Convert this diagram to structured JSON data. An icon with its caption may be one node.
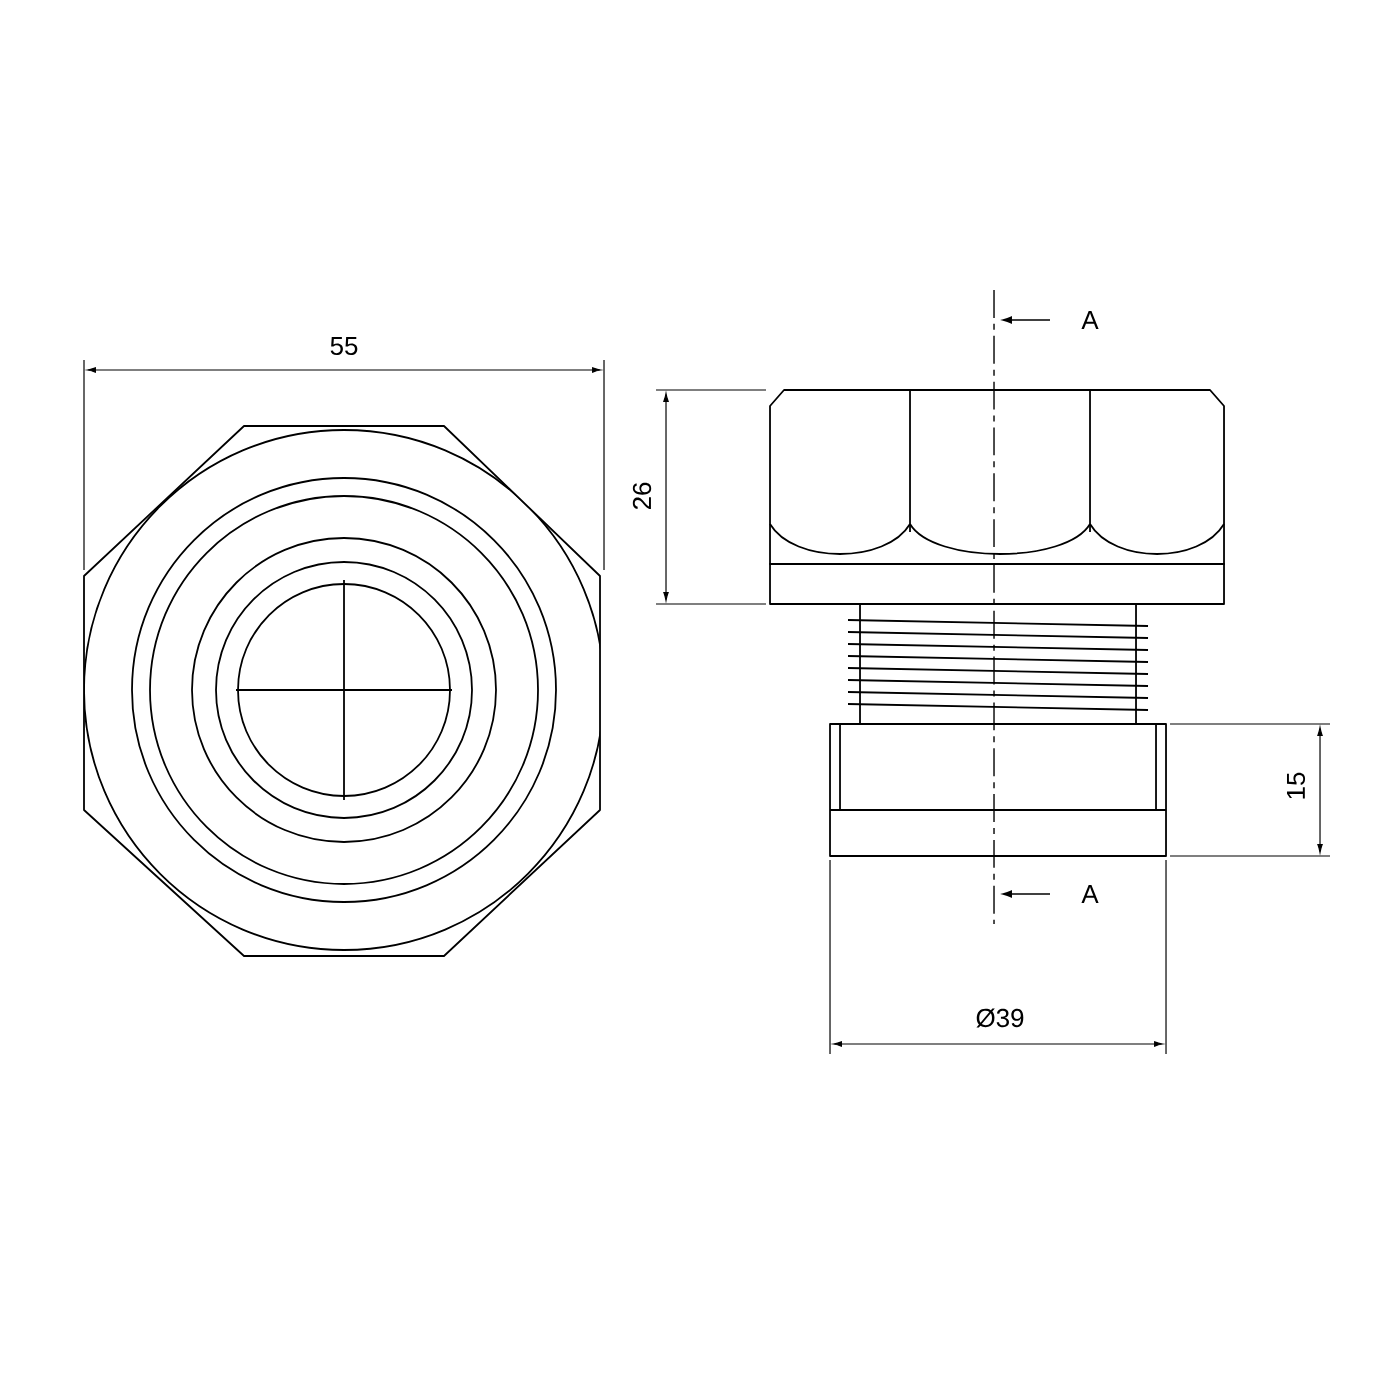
{
  "diagram": {
    "labels": [
      "55",
      "A",
      "26",
      "15",
      "A",
      "Ø39"
    ]
  }
}
